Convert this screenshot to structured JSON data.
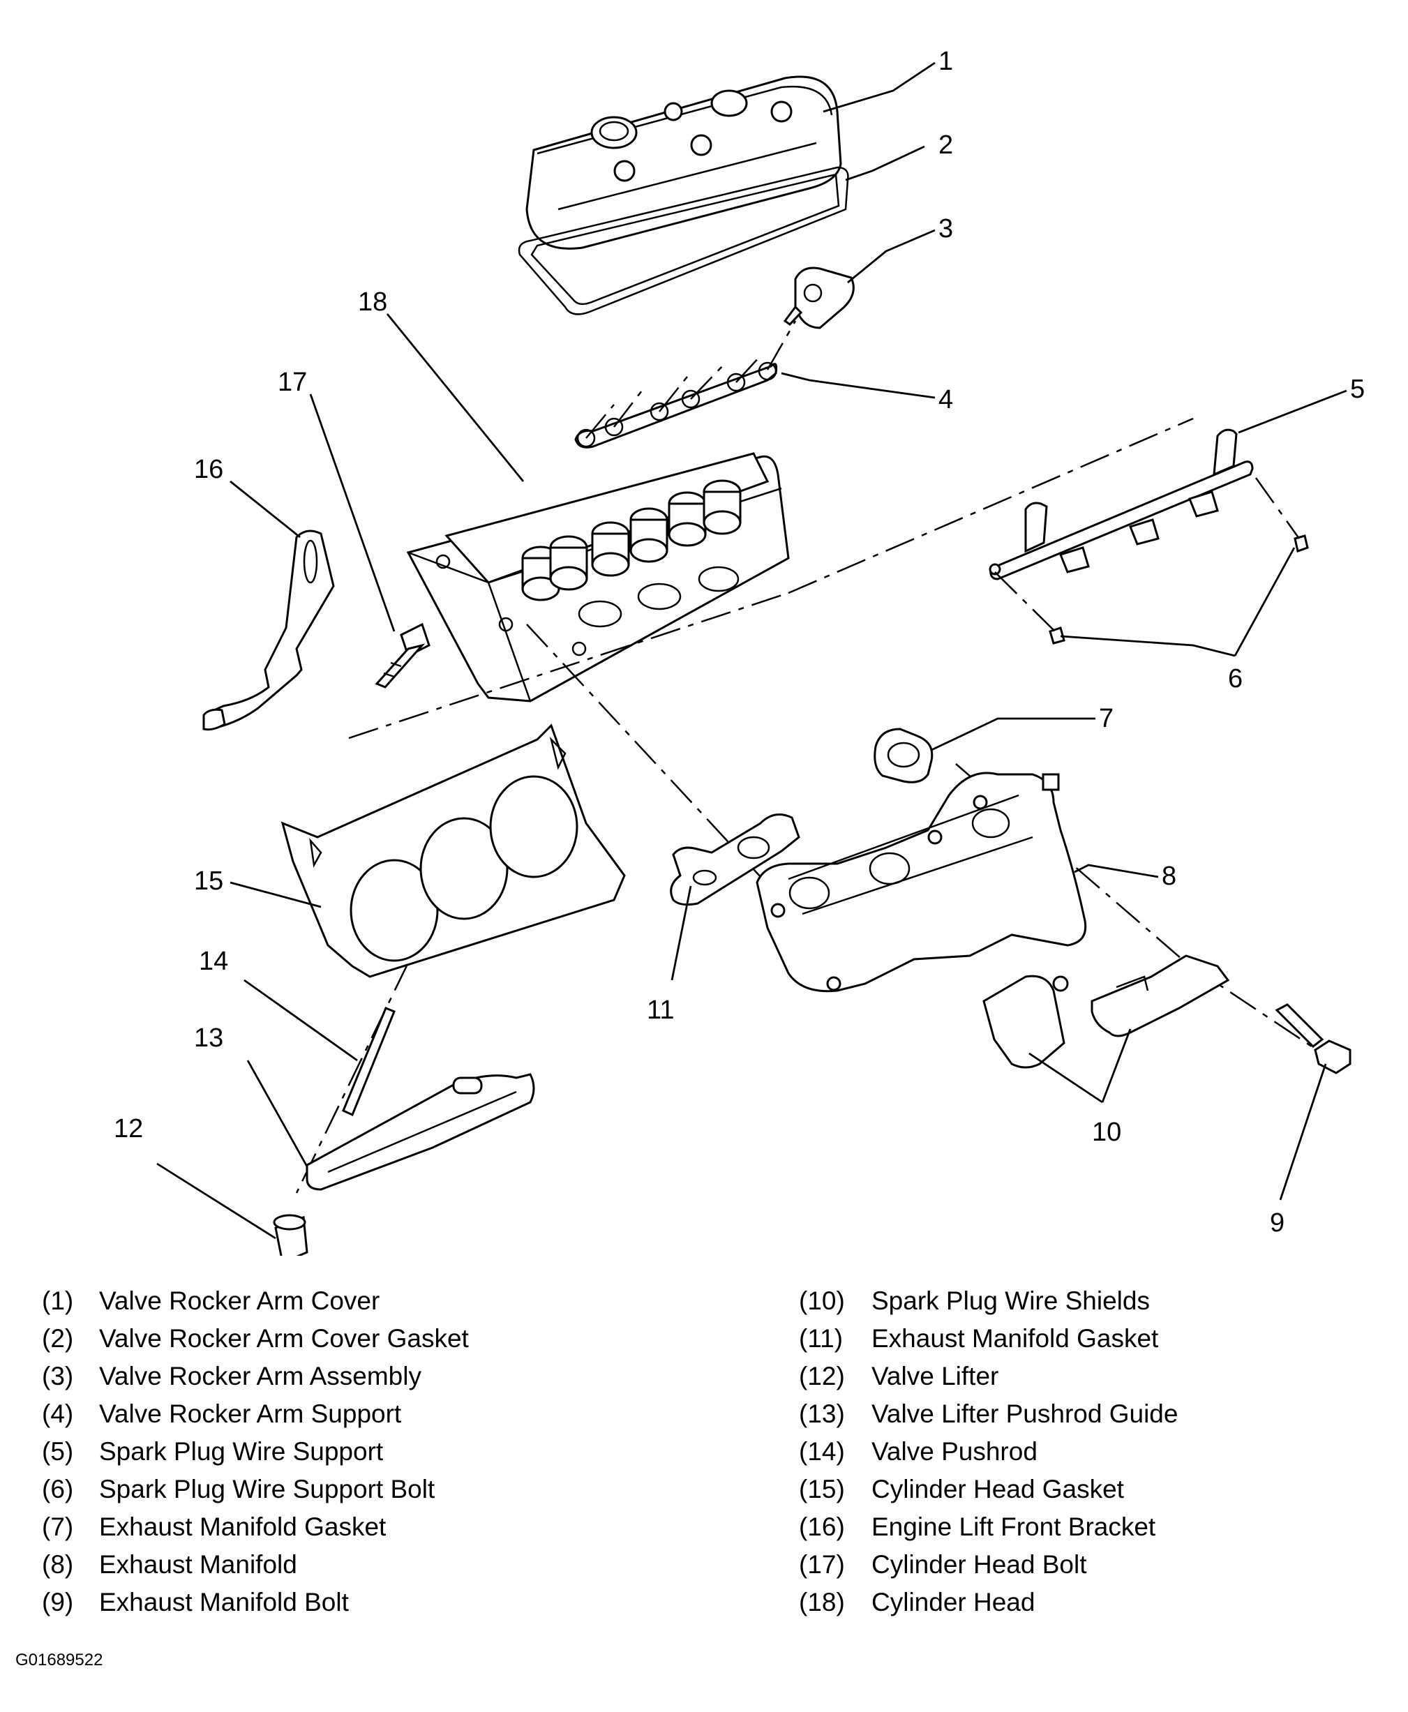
{
  "callouts": [
    "1",
    "2",
    "3",
    "4",
    "5",
    "6",
    "7",
    "8",
    "9",
    "10",
    "11",
    "12",
    "13",
    "14",
    "15",
    "16",
    "17",
    "18"
  ],
  "legend_left": [
    {
      "num": "(1)",
      "label": "Valve Rocker Arm Cover"
    },
    {
      "num": "(2)",
      "label": "Valve Rocker Arm Cover Gasket"
    },
    {
      "num": "(3)",
      "label": "Valve Rocker Arm Assembly"
    },
    {
      "num": "(4)",
      "label": "Valve Rocker Arm Support"
    },
    {
      "num": "(5)",
      "label": "Spark Plug Wire Support"
    },
    {
      "num": "(6)",
      "label": "Spark Plug Wire Support Bolt"
    },
    {
      "num": "(7)",
      "label": "Exhaust Manifold Gasket"
    },
    {
      "num": "(8)",
      "label": "Exhaust Manifold"
    },
    {
      "num": "(9)",
      "label": "Exhaust Manifold Bolt"
    }
  ],
  "legend_right": [
    {
      "num": "(10)",
      "label": "Spark Plug Wire Shields"
    },
    {
      "num": "(11)",
      "label": "Exhaust Manifold Gasket"
    },
    {
      "num": "(12)",
      "label": "Valve Lifter"
    },
    {
      "num": "(13)",
      "label": "Valve Lifter Pushrod Guide"
    },
    {
      "num": "(14)",
      "label": "Valve Pushrod"
    },
    {
      "num": "(15)",
      "label": "Cylinder Head Gasket"
    },
    {
      "num": "(16)",
      "label": "Engine Lift Front Bracket"
    },
    {
      "num": "(17)",
      "label": "Cylinder Head Bolt"
    },
    {
      "num": "(18)",
      "label": "Cylinder Head"
    }
  ],
  "figure_code": "G01689522"
}
